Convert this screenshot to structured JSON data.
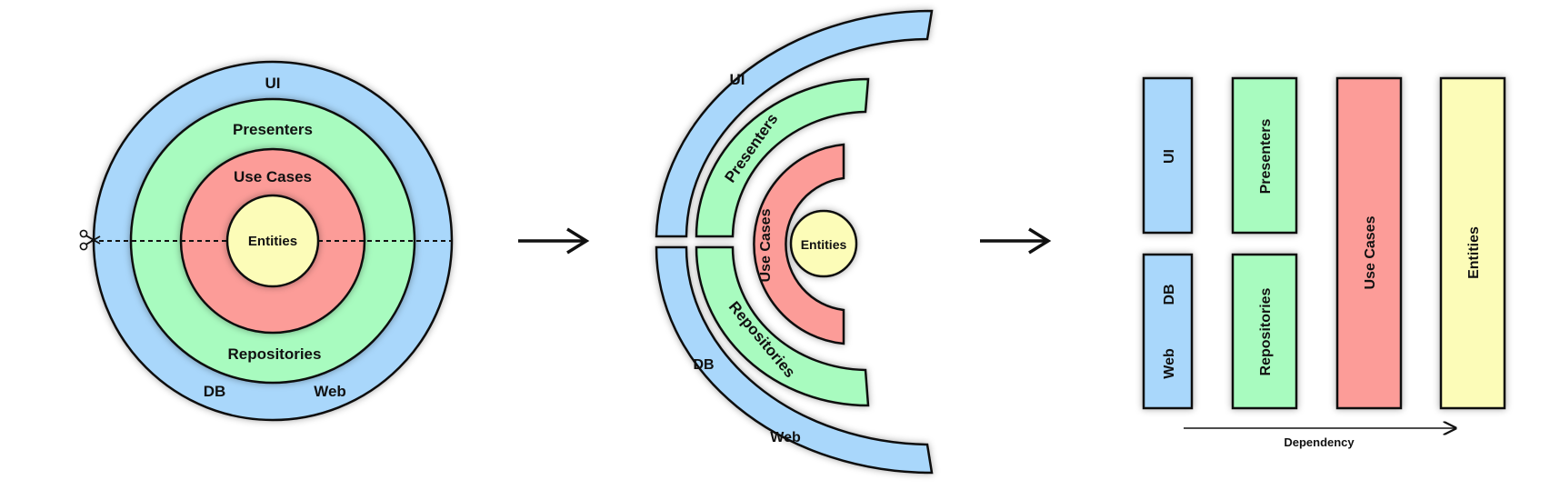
{
  "colors": {
    "ui": "#a9d7fb",
    "presenters": "#a8fbbf",
    "use_cases": "#fc9c98",
    "entities": "#fcfcb8",
    "stroke": "#111111"
  },
  "circle_view": {
    "ui": "UI",
    "presenters": "Presenters",
    "use_cases": "Use Cases",
    "entities": "Entities",
    "repositories": "Repositories",
    "db": "DB",
    "web": "Web",
    "cut_icon": "scissors-icon"
  },
  "split_view": {
    "ui": "UI",
    "presenters": "Presenters",
    "use_cases": "Use Cases",
    "entities": "Entities",
    "repositories": "Repositories",
    "db": "DB",
    "web": "Web"
  },
  "layer_view": {
    "ui": "UI",
    "db": "DB",
    "web": "Web",
    "presenters": "Presenters",
    "repositories": "Repositories",
    "use_cases": "Use Cases",
    "entities": "Entities",
    "dependency": "Dependency"
  }
}
